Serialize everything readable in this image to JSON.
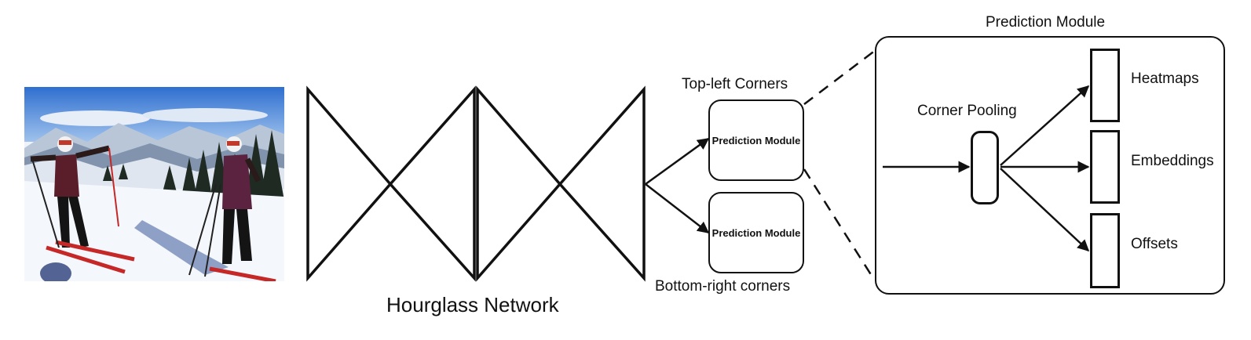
{
  "image": {
    "icon": "skiers-photo"
  },
  "hourglass": {
    "label": "Hourglass Network"
  },
  "branches": {
    "top_label": "Top-left Corners",
    "bottom_label": "Bottom-right corners",
    "top_box": "Prediction Module",
    "bottom_box": "Prediction Module"
  },
  "detail": {
    "title": "Prediction Module",
    "pooling_label": "Corner Pooling",
    "outputs": [
      "Heatmaps",
      "Embeddings",
      "Offsets"
    ]
  }
}
